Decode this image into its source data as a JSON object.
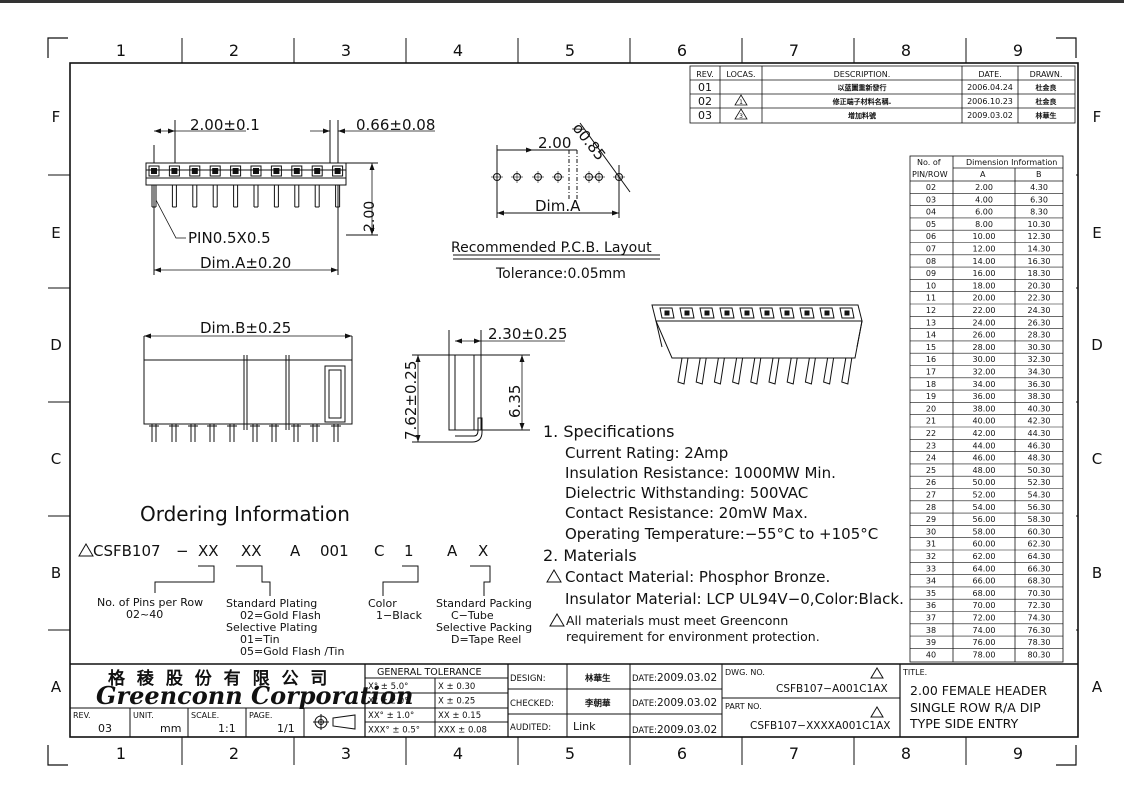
{
  "grid": {
    "columns": [
      "1",
      "2",
      "3",
      "4",
      "5",
      "6",
      "7",
      "8",
      "9"
    ],
    "rows": [
      "F",
      "E",
      "D",
      "C",
      "B",
      "A"
    ]
  },
  "revisions": {
    "headers": [
      "REV.",
      "LOCAS.",
      "DESCRIPTION.",
      "DATE.",
      "DRAWN."
    ],
    "rows": [
      {
        "rev": "01",
        "locas": "",
        "desc": "以蓝圖重新發行",
        "date": "2006.04.24",
        "drawn": "杜金良"
      },
      {
        "rev": "02",
        "locas": "1",
        "desc": "修正端子材料名稱.",
        "date": "2006.10.23",
        "drawn": "杜金良"
      },
      {
        "rev": "03",
        "locas": "3",
        "desc": "增加料號",
        "date": "2009.03.02",
        "drawn": "林華生"
      }
    ]
  },
  "dims": {
    "pitch": "2.00±0.1",
    "pin_width": "0.66±0.08",
    "pin_size": "PIN0.5X0.5",
    "dim_a": "Dim.A±0.20",
    "height_2": "2.00",
    "dim_b": "Dim.B±0.25",
    "side_w": "2.30±0.25",
    "side_h1": "7.62±0.25",
    "side_h2": "6.35",
    "pcb_pitch": "2.00",
    "pcb_hole": "ø0.85",
    "pcb_dim_a": "Dim.A",
    "pcb_title": "Recommended P.C.B. Layout",
    "pcb_tolerance": "Tolerance:0.05mm"
  },
  "pin_table": {
    "header_l1_a": "No. of",
    "header_l1_b": "Dimension Information",
    "header_l2_a": "PIN/ROW",
    "header_l2_b": "A",
    "header_l2_c": "B",
    "rows": [
      [
        "02",
        "2.00",
        "4.30"
      ],
      [
        "03",
        "4.00",
        "6.30"
      ],
      [
        "04",
        "6.00",
        "8.30"
      ],
      [
        "05",
        "8.00",
        "10.30"
      ],
      [
        "06",
        "10.00",
        "12.30"
      ],
      [
        "07",
        "12.00",
        "14.30"
      ],
      [
        "08",
        "14.00",
        "16.30"
      ],
      [
        "09",
        "16.00",
        "18.30"
      ],
      [
        "10",
        "18.00",
        "20.30"
      ],
      [
        "11",
        "20.00",
        "22.30"
      ],
      [
        "12",
        "22.00",
        "24.30"
      ],
      [
        "13",
        "24.00",
        "26.30"
      ],
      [
        "14",
        "26.00",
        "28.30"
      ],
      [
        "15",
        "28.00",
        "30.30"
      ],
      [
        "16",
        "30.00",
        "32.30"
      ],
      [
        "17",
        "32.00",
        "34.30"
      ],
      [
        "18",
        "34.00",
        "36.30"
      ],
      [
        "19",
        "36.00",
        "38.30"
      ],
      [
        "20",
        "38.00",
        "40.30"
      ],
      [
        "21",
        "40.00",
        "42.30"
      ],
      [
        "22",
        "42.00",
        "44.30"
      ],
      [
        "23",
        "44.00",
        "46.30"
      ],
      [
        "24",
        "46.00",
        "48.30"
      ],
      [
        "25",
        "48.00",
        "50.30"
      ],
      [
        "26",
        "50.00",
        "52.30"
      ],
      [
        "27",
        "52.00",
        "54.30"
      ],
      [
        "28",
        "54.00",
        "56.30"
      ],
      [
        "29",
        "56.00",
        "58.30"
      ],
      [
        "30",
        "58.00",
        "60.30"
      ],
      [
        "31",
        "60.00",
        "62.30"
      ],
      [
        "32",
        "62.00",
        "64.30"
      ],
      [
        "33",
        "64.00",
        "66.30"
      ],
      [
        "34",
        "66.00",
        "68.30"
      ],
      [
        "35",
        "68.00",
        "70.30"
      ],
      [
        "36",
        "70.00",
        "72.30"
      ],
      [
        "37",
        "72.00",
        "74.30"
      ],
      [
        "38",
        "74.00",
        "76.30"
      ],
      [
        "39",
        "76.00",
        "78.30"
      ],
      [
        "40",
        "78.00",
        "80.30"
      ]
    ]
  },
  "specs": {
    "title": "1. Specifications",
    "lines": [
      "Current  Rating: 2Amp",
      "Insulation  Resistance: 1000MW Min.",
      "Dielectric  Withstanding: 500VAC",
      "Contact  Resistance: 20mW Max.",
      "Operating  Temperature:−55°C  to  +105°C"
    ]
  },
  "materials": {
    "title": "2. Materials",
    "contact": "Contact  Material: Phosphor  Bronze.",
    "insulator": "Insulator  Material: LCP  UL94V−0,Color:Black.",
    "note_l1": "All materials  must meet  Greenconn",
    "note_l2": "requirement  for environment  protection."
  },
  "ordering": {
    "title": "Ordering  Information",
    "code_parts": [
      "CSFB107",
      "−",
      "XX",
      "XX",
      "A",
      "001",
      "C",
      "1",
      "A",
      "X"
    ],
    "pins_l1": "No. of Pins per Row",
    "pins_l2": "02~40",
    "plating_l1": "Standard Plating",
    "plating_l2": "02=Gold Flash",
    "plating_l3": "Selective Plating",
    "plating_l4": "01=Tin",
    "plating_l5": "05=Gold Flash  /Tin",
    "color_l1": "Color",
    "color_l2": "1−Black",
    "pack_l1": "Standard Packing",
    "pack_l2": "C−Tube",
    "pack_l3": "Selective Packing",
    "pack_l4": "D=Tape Reel"
  },
  "title_block": {
    "company_cn": "格 稜 股 份 有 限 公 司",
    "company_en": "Greenconn Corporation",
    "rev_label": "REV.",
    "rev_value": "03",
    "unit_label": "UNIT.",
    "unit_value": "mm",
    "scale_label": "SCALE.",
    "scale_value": "1:1",
    "page_label": "PAGE.",
    "page_value": "1/1",
    "tol_title": "GENERAL  TOLERANCE",
    "tol_rows": [
      [
        "X°  ±  5.0°",
        "X      ±  0.30"
      ],
      [
        "X°  ±  2.0°",
        "X      ±  0.25"
      ],
      [
        "XX°  ±  1.0°",
        "XX    ±  0.15"
      ],
      [
        "XXX°  ±  0.5°",
        "XXX   ±  0.08"
      ]
    ],
    "design_label": "DESIGN:",
    "design_value": "林華生",
    "checked_label": "CHECKED:",
    "checked_value": "李朝華",
    "audited_label": "AUDITED:",
    "audited_value": "Link",
    "date_label": "DATE:",
    "date_1": "2009.03.02",
    "date_2": "2009.03.02",
    "date_3": "2009.03.02",
    "dwg_label": "DWG. NO.",
    "dwg_value": "CSFB107−A001C1AX",
    "part_label": "PART NO.",
    "part_value": "CSFB107−XXXXA001C1AX",
    "title_label": "TITLE.",
    "title_l1": "2.00  FEMALE  HEADER",
    "title_l2": "SINGLE  ROW  R/A  DIP",
    "title_l3": "TYPE  SIDE  ENTRY"
  }
}
